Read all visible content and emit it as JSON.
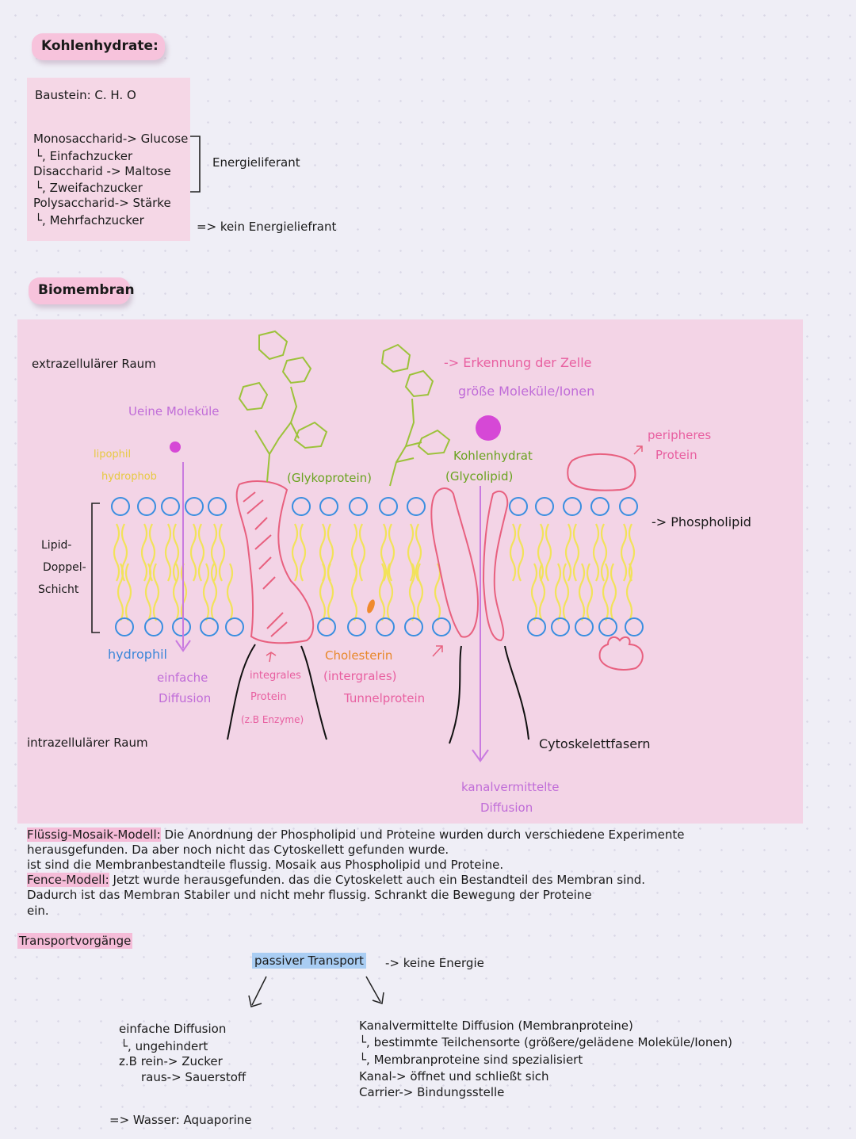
{
  "carbs": {
    "title": "Kohlenhydrate:",
    "baustein": "Baustein: C. H. O",
    "lines": [
      "Monosaccharid-> Glucose",
      "└, Einfachzucker",
      "Disaccharid -> Maltose",
      "└, Zweifachzucker",
      "Polysaccharid-> Stärke",
      "└, Mehrfachzucker"
    ],
    "energy": "Energieliferant",
    "no_energy": "=> kein Energieliefrant"
  },
  "membrane": {
    "title": "Biomembran",
    "labels": {
      "extra": "extrazellulärer Raum",
      "intra": "intrazellulärer Raum",
      "small_molecules": "Ueine Moleküle",
      "lipophil": "lipophil",
      "hydrophob": "hydrophob",
      "lipid1": "Lipid-",
      "lipid2": "Doppel-",
      "lipid3": "Schicht",
      "hydrophil": "hydrophil",
      "einfache1": "einfache",
      "einfache2": "Diffusion",
      "glycoprotein": "(Glykoprotein)",
      "recognition": "-> Erkennung der Zelle",
      "large_molecules": "größe Moleküle/Ionen",
      "kohlenhydrat": "Kohlenhydrat",
      "glycolipid": "(Glycolipid)",
      "peripheres": "peripheres",
      "protein": "Protein",
      "phospholipid": "-> Phospholipid",
      "integral1": "integrales",
      "integral2": "Protein",
      "integral3": "(z.B Enzyme)",
      "cholesterin": "Cholesterin",
      "tunnel1": "(intergrales)",
      "tunnel2": "Tunnelprotein",
      "cytoskelett": "Cytoskelettfasern",
      "kanal1": "kanalvermittelte",
      "kanal2": "Diffusion"
    }
  },
  "models": {
    "fluid_label": "Flüssig-Mosaik-Modell:",
    "fluid_l1": " Die Anordnung der Phospholipid und Proteine wurden durch verschiedene Experimente",
    "fluid_l2": "herausgefunden. Da aber noch nicht das Cytoskellett gefunden wurde.",
    "fluid_l3": "ist sind die Membranbestandteile flussig. Mosaik aus Phospholipid und Proteine.",
    "fence_label": "Fence-Modell:",
    "fence_l1": " Jetzt wurde herausgefunden. das die Cytoskelett auch ein Bestandteil des Membran sind.",
    "fence_l2": "Dadurch ist das Membran Stabiler und nicht mehr flussig. Schrankt die Bewegung der Proteine",
    "fence_l3": "ein."
  },
  "transport": {
    "title": "Transportvorgänge",
    "passive": "passiver Transport",
    "no_energy": "-> keine Energie",
    "simple": [
      "einfache Diffusion",
      "└, ungehindert",
      "z.B rein-> Zucker",
      "raus-> Sauerstoff"
    ],
    "water": "=> Wasser: Aquaporine",
    "channel": [
      "Kanalvermittelte Diffusion (Membranproteine)",
      "└, bestimmte Teilchensorte (größere/gelädene Moleküle/Ionen)",
      "└, Membranproteine sind spezialisiert",
      "Kanal-> öffnet und schließt sich",
      "Carrier-> Bindungsstelle"
    ]
  }
}
